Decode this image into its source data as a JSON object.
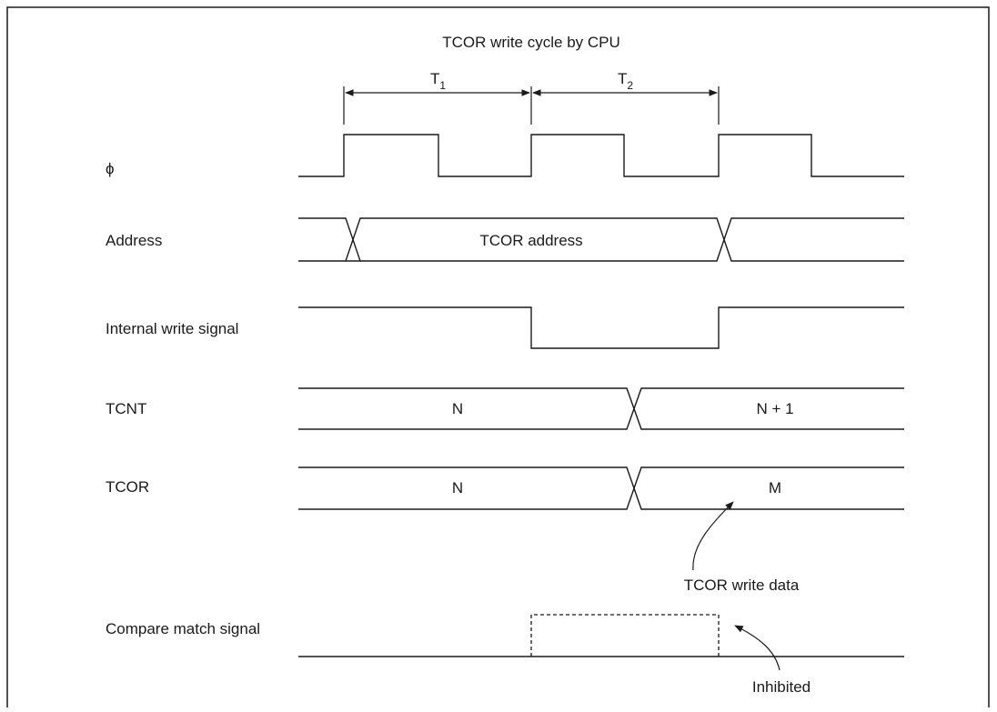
{
  "title": "TCOR write cycle by CPU",
  "cycles": [
    {
      "name": "T",
      "sub": "1"
    },
    {
      "name": "T",
      "sub": "2"
    }
  ],
  "signals": {
    "clock": {
      "label": "ϕ"
    },
    "address": {
      "label": "Address",
      "value": "TCOR address"
    },
    "write": {
      "label": "Internal write signal"
    },
    "tcnt": {
      "label": "TCNT",
      "before": "N",
      "after": "N + 1"
    },
    "tcor": {
      "label": "TCOR",
      "before": "N",
      "after": "M"
    },
    "compare": {
      "label": "Compare match signal"
    }
  },
  "annotations": {
    "write_data": "TCOR write data",
    "inhibited": "Inhibited"
  }
}
